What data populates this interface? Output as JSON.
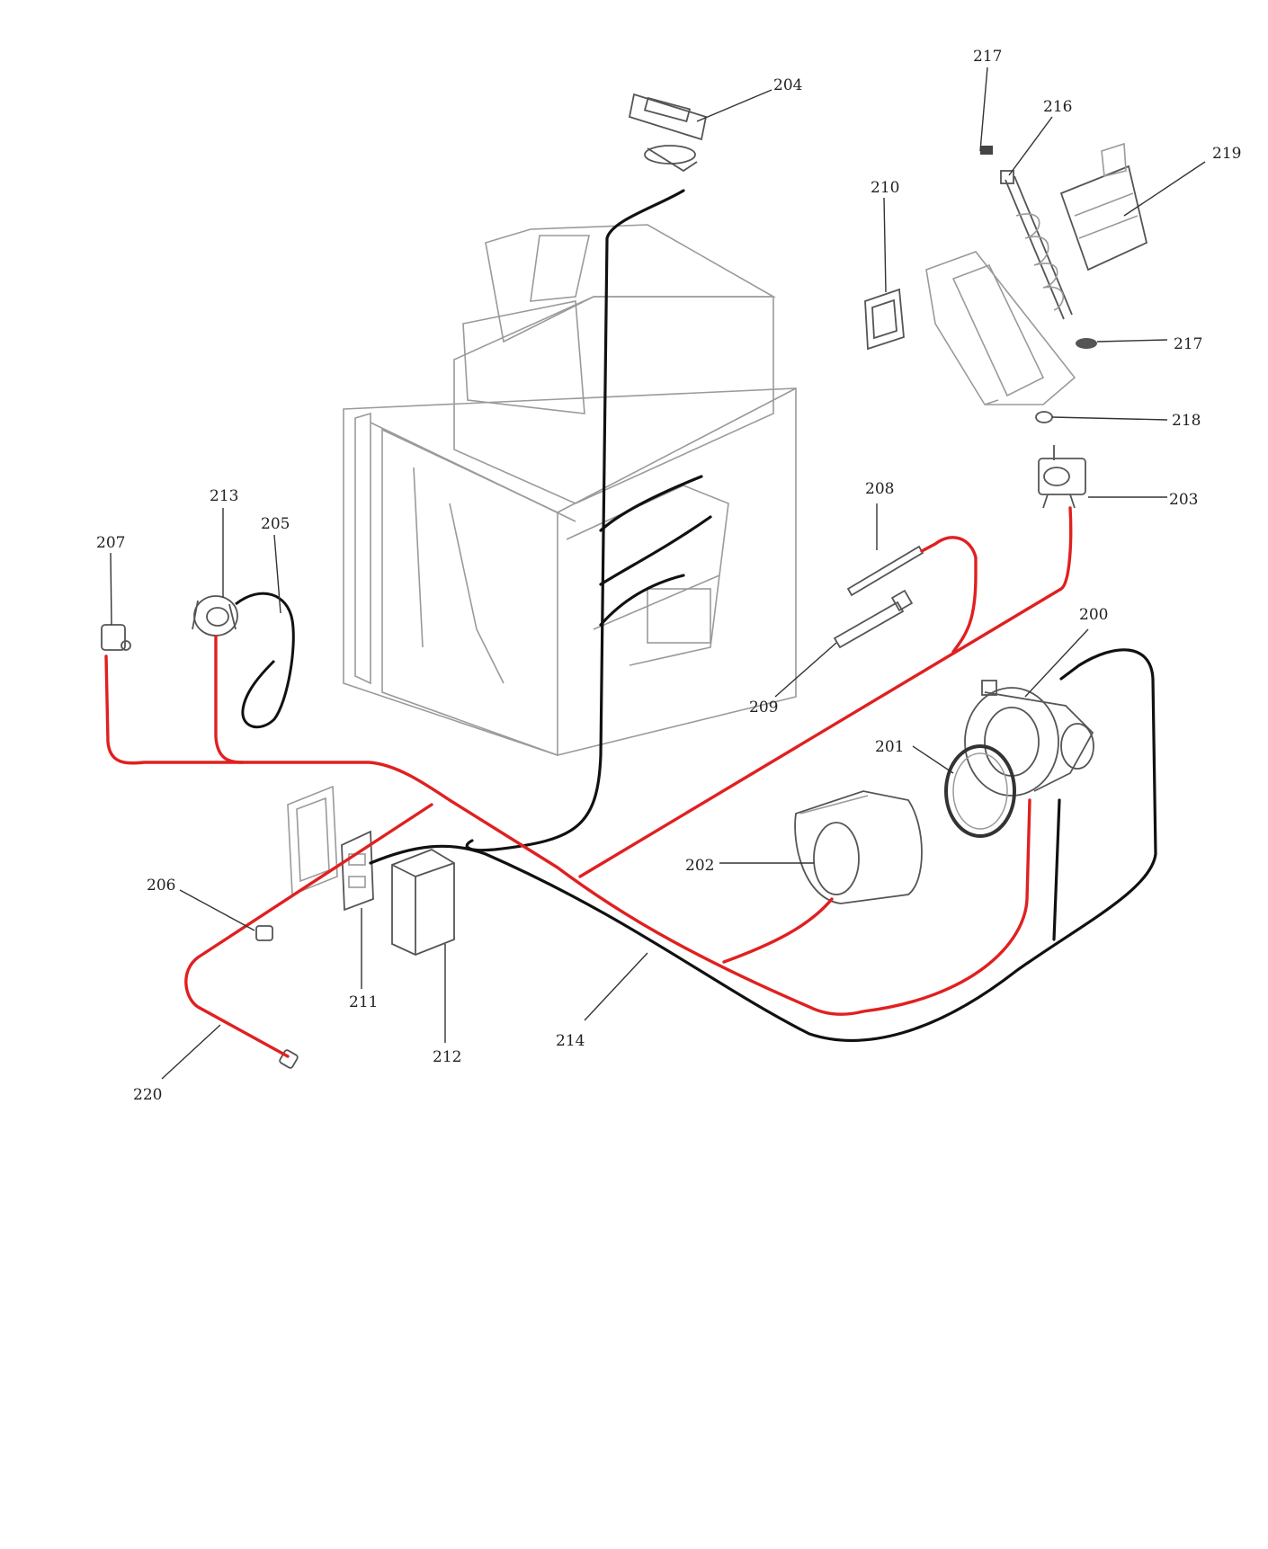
{
  "colors": {
    "red_wire": "#e02020",
    "black_wire": "#111111",
    "outline": "#9a9a9a"
  },
  "labels": {
    "p200": "200",
    "p201": "201",
    "p202": "202",
    "p203": "203",
    "p204": "204",
    "p205": "205",
    "p206": "206",
    "p207": "207",
    "p208": "208",
    "p209": "209",
    "p210": "210",
    "p211": "211",
    "p212": "212",
    "p213": "213",
    "p214": "214",
    "p216": "216",
    "p217a": "217",
    "p217b": "217",
    "p218": "218",
    "p219": "219",
    "p220": "220"
  }
}
